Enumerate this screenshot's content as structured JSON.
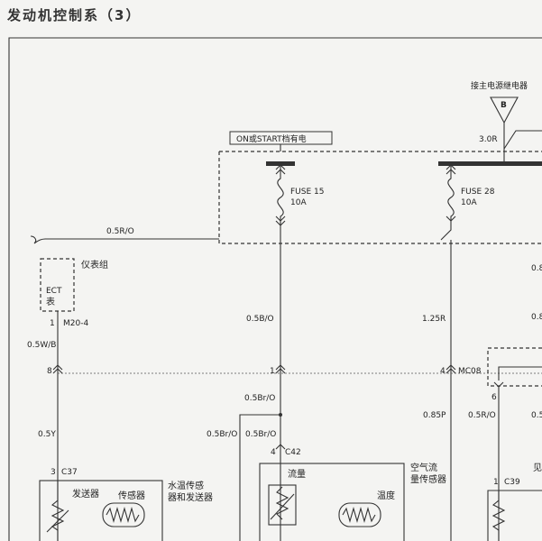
{
  "page_title": "发动机控制系（3）",
  "top_right_label": "接主电源继电器",
  "connector_b": "B",
  "wire_3r": "3.0R",
  "on_start_label": "ON或START档有电",
  "fuse15_name": "FUSE 15",
  "fuse15_rating": "10A",
  "fuse28_name": "FUSE 28",
  "fuse28_rating": "10A",
  "wire_05ro_top": "0.5R/O",
  "cluster_label": "仪表组",
  "ect_label_1": "ECT",
  "ect_label_2": "表",
  "pin_1": "1",
  "conn_m20": "M20-4",
  "wire_05wb": "0.5W/B",
  "wire_05bo": "0.5B/O",
  "wire_125r": "1.25R",
  "right_edge_1": "0.8",
  "right_edge_2": "0.8",
  "pin_8": "8",
  "pin_1b": "1",
  "pin_4": "4",
  "conn_mc08": "MC08",
  "pin_6": "6",
  "wire_05bro_mid": "0.5Br/O",
  "wire_05y": "0.5Y",
  "wire_05bro_left": "0.5Br/O",
  "wire_05bro_right": "0.5Br/O",
  "wire_085p": "0.85P",
  "wire_05ro_right": "0.5R/O",
  "right_edge_3": "0.5",
  "pin_3": "3",
  "conn_c37": "C37",
  "pin_4b": "4",
  "conn_c42": "C42",
  "pin_1c": "1",
  "conn_c39": "C39",
  "sender_label": "发送器",
  "sensor_label": "传感器",
  "wts_label_1": "水温传感",
  "wts_label_2": "器和发送器",
  "flow_label": "流量",
  "afm_label_1": "空气流",
  "afm_label_2": "量传感器",
  "temp_label": "温度",
  "right_edge_4": "见"
}
